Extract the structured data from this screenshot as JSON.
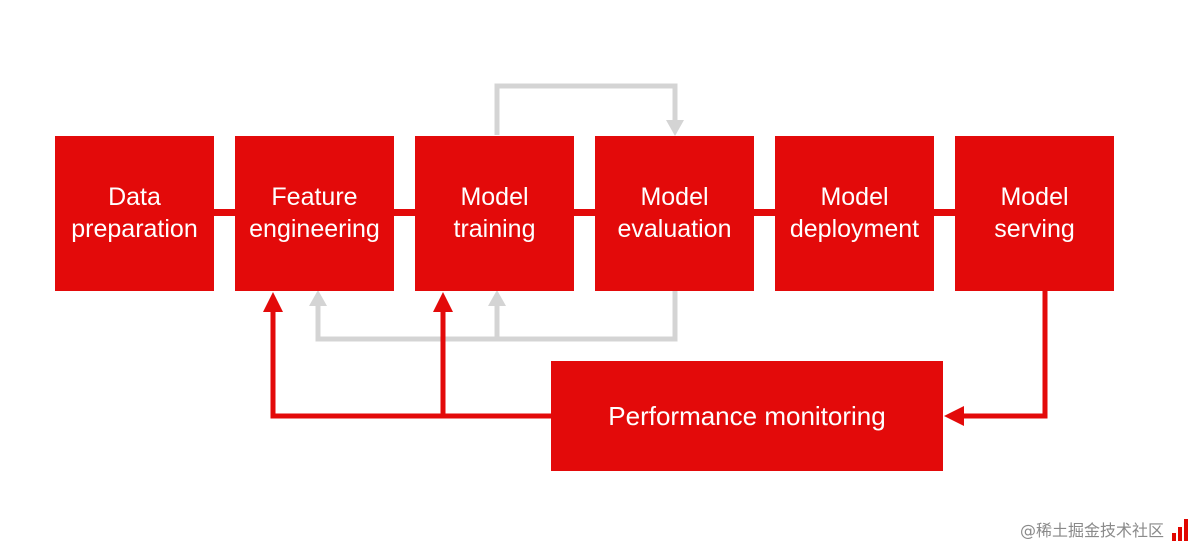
{
  "colors": {
    "box_fill": "#e30a0a",
    "primary_arrow": "#e30a0a",
    "secondary_arrow": "#d4d4d4",
    "connector": "#e30a0a",
    "background": "#ffffff",
    "label_text": "#ffffff"
  },
  "stages": [
    {
      "id": "data-preparation",
      "line1": "Data",
      "line2": "preparation"
    },
    {
      "id": "feature-engineering",
      "line1": "Feature",
      "line2": "engineering"
    },
    {
      "id": "model-training",
      "line1": "Model",
      "line2": "training"
    },
    {
      "id": "model-evaluation",
      "line1": "Model",
      "line2": "evaluation"
    },
    {
      "id": "model-deployment",
      "line1": "Model",
      "line2": "deployment"
    },
    {
      "id": "model-serving",
      "line1": "Model",
      "line2": "serving"
    }
  ],
  "monitoring": {
    "label": "Performance monitoring"
  },
  "watermark": {
    "text": "@稀土掘金技术社区",
    "icon": "juejin-bars-logo-icon"
  }
}
